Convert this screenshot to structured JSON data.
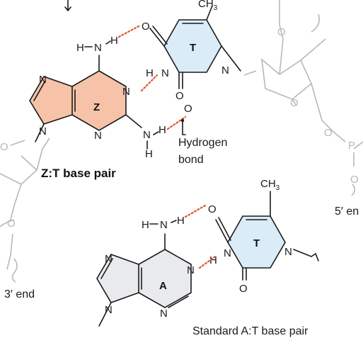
{
  "top_pair": {
    "purine_label": "Z",
    "pyrimidine_label": "T",
    "caption": "Z:T base pair",
    "hydrogen_bond_label_1": "Hydrogen",
    "hydrogen_bond_label_2": "bond",
    "methyl_top": "CH",
    "methyl_sub": "3",
    "colors": {
      "purine_fill": "#f6c2a8",
      "pyrimidine_fill": "#d9ecf7",
      "hbond": "#e5522b"
    }
  },
  "bottom_pair": {
    "purine_label": "A",
    "pyrimidine_label": "T",
    "caption": "Standard A:T base pair",
    "methyl_top": "CH",
    "methyl_sub": "3",
    "colors": {
      "purine_fill": "#e8eaee",
      "pyrimidine_fill": "#d9ecf7"
    }
  },
  "backbone": {
    "left_end": "3′ end",
    "right_end": "5′ en",
    "phosphorus": "P",
    "oxygen": "O"
  },
  "atoms": {
    "N": "N",
    "H": "H",
    "O": "O"
  }
}
